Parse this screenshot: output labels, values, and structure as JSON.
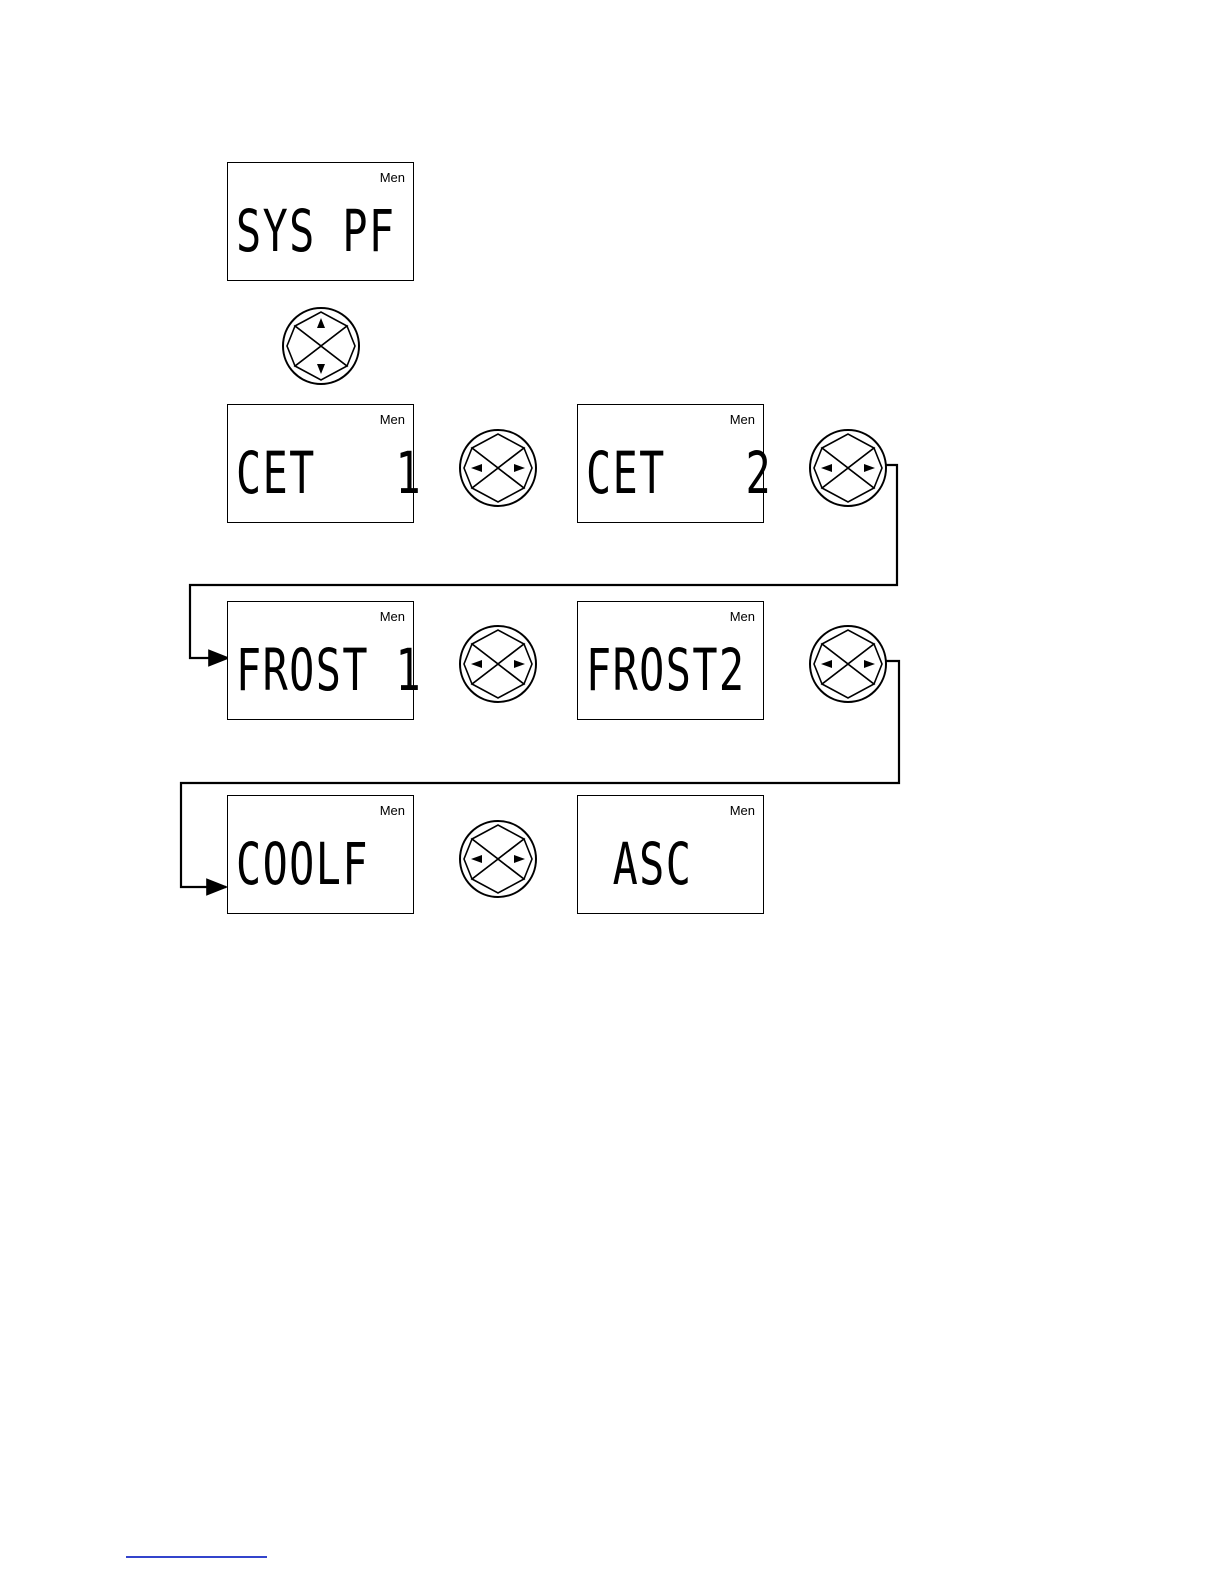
{
  "screens": {
    "sys_pf": {
      "tag": "Men",
      "text": "SYS PF"
    },
    "cet1": {
      "tag": "Men",
      "text": "CET   1"
    },
    "cet2": {
      "tag": "Men",
      "text": "CET   2"
    },
    "frost1": {
      "tag": "Men",
      "text": "FROST 1"
    },
    "frost2": {
      "tag": "Men",
      "text": "FROST2"
    },
    "coolf": {
      "tag": "Men",
      "text": "COOLF"
    },
    "asc": {
      "tag": "Men",
      "text": " ASC"
    }
  },
  "keypads": {
    "up_down": "up-down-arrow-keypad-icon",
    "left_right": "left-right-arrow-keypad-icon"
  },
  "colors": {
    "line": "#000000",
    "footer_rule": "#3344cc"
  }
}
